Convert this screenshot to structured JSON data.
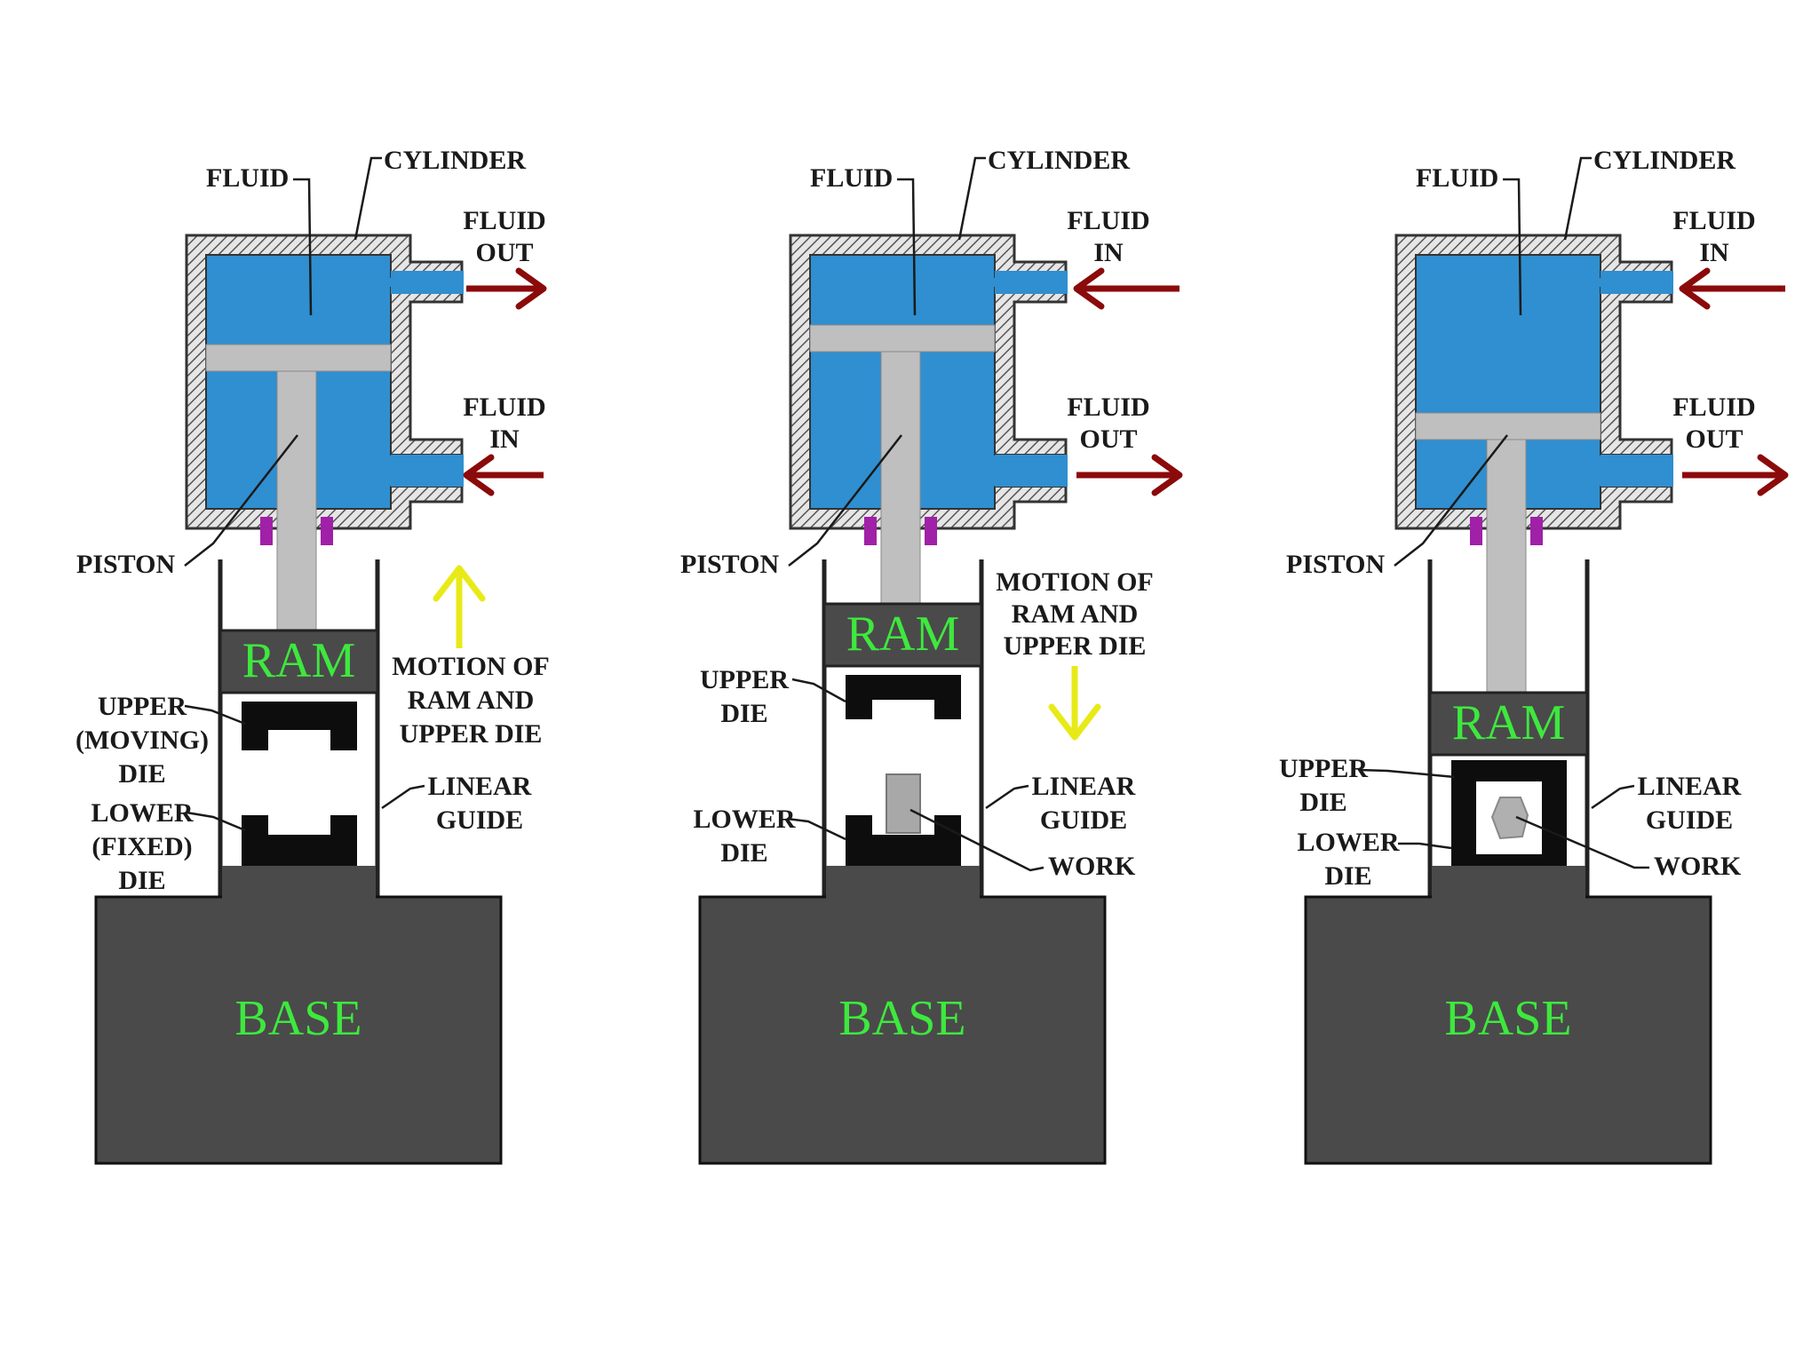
{
  "colors": {
    "fluid": "#2f8fd0",
    "steel": "#bfbfbf",
    "body": "#4a4a4a",
    "die": "#0d0d0d",
    "seal": "#a020a8",
    "arrow_red": "#8b0a0a",
    "arrow_yellow": "#e8ea18",
    "text_green": "#3ee83e"
  },
  "panels": [
    {
      "stage": "retracted",
      "labels": {
        "fluid": "FLUID",
        "cylinder": "CYLINDER",
        "top_port": [
          "FLUID",
          "OUT"
        ],
        "bottom_port": [
          "FLUID",
          "IN"
        ],
        "piston": "PISTON",
        "ram": "RAM",
        "upper_die": [
          "UPPER",
          "(MOVING)",
          "DIE"
        ],
        "lower_die": [
          "LOWER",
          "(FIXED)",
          "DIE"
        ],
        "linear_guide": [
          "LINEAR",
          "GUIDE"
        ],
        "motion": [
          "MOTION OF",
          "RAM AND",
          "UPPER DIE"
        ],
        "base": "BASE"
      },
      "motion_arrow": "up-arrow-icon",
      "top_port_flow": "out",
      "bottom_port_flow": "in"
    },
    {
      "stage": "descending",
      "labels": {
        "fluid": "FLUID",
        "cylinder": "CYLINDER",
        "top_port": [
          "FLUID",
          "IN"
        ],
        "bottom_port": [
          "FLUID",
          "OUT"
        ],
        "piston": "PISTON",
        "ram": "RAM",
        "upper_die": [
          "UPPER",
          "DIE"
        ],
        "lower_die": [
          "LOWER",
          "DIE"
        ],
        "linear_guide": [
          "LINEAR",
          "GUIDE"
        ],
        "work": "WORK",
        "motion": [
          "MOTION OF",
          "RAM AND",
          "UPPER DIE"
        ],
        "base": "BASE"
      },
      "motion_arrow": "down-arrow-icon",
      "top_port_flow": "in",
      "bottom_port_flow": "out"
    },
    {
      "stage": "pressed",
      "labels": {
        "fluid": "FLUID",
        "cylinder": "CYLINDER",
        "top_port": [
          "FLUID",
          "IN"
        ],
        "bottom_port": [
          "FLUID",
          "OUT"
        ],
        "piston": "PISTON",
        "ram": "RAM",
        "upper_die": [
          "UPPER",
          "DIE"
        ],
        "lower_die": [
          "LOWER",
          "DIE"
        ],
        "linear_guide": [
          "LINEAR",
          "GUIDE"
        ],
        "work": "WORK",
        "base": "BASE"
      },
      "top_port_flow": "in",
      "bottom_port_flow": "out"
    }
  ]
}
